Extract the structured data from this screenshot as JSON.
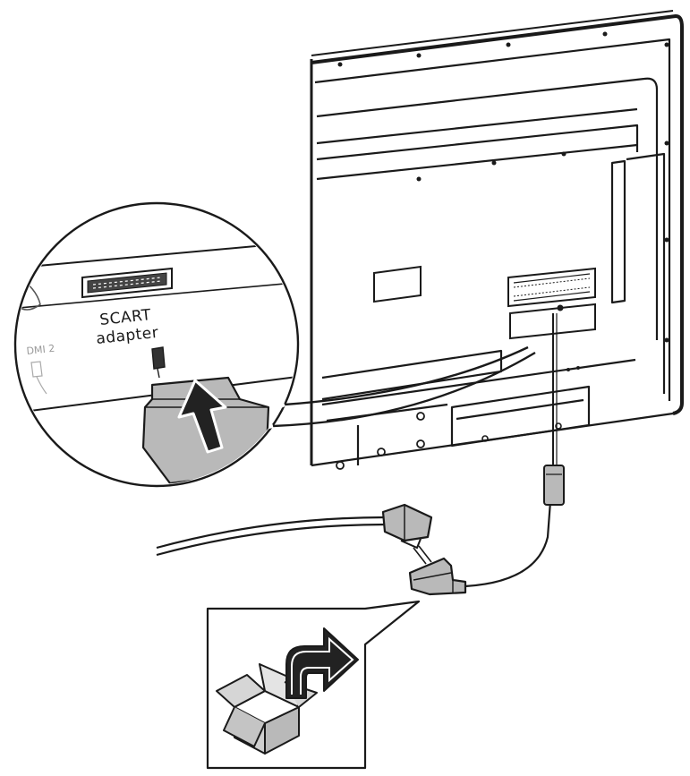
{
  "labels": {
    "scart_line1": "SCART",
    "scart_line2": "adapter",
    "port_label": "DMI 2"
  },
  "colors": {
    "line": "#1a1a1a",
    "plug_fill": "#b9b9b9",
    "arrow_fill": "#222222",
    "background": "#ffffff"
  },
  "icons": {
    "box": "open-box-icon",
    "arrow": "curved-arrow-icon"
  }
}
